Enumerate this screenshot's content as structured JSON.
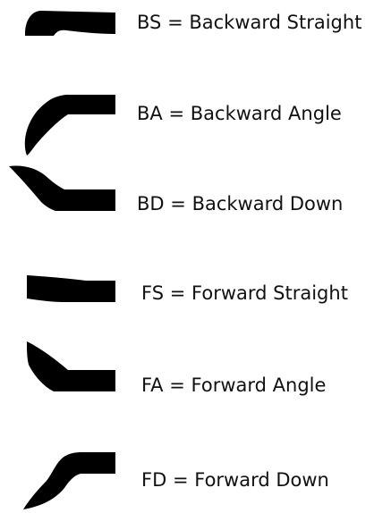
{
  "legend": [
    {
      "code": "BS",
      "eq": "=",
      "meaning": "Backward Straight"
    },
    {
      "code": "BA",
      "eq": "=",
      "meaning": "Backward Angle"
    },
    {
      "code": "BD",
      "eq": "=",
      "meaning": "Backward Down"
    },
    {
      "code": "FS",
      "eq": "=",
      "meaning": "Forward Straight"
    },
    {
      "code": "FA",
      "eq": "=",
      "meaning": "Forward Angle"
    },
    {
      "code": "FD",
      "eq": "=",
      "meaning": "Forward Down"
    }
  ],
  "colors": {
    "shape": "#000000",
    "text": "#111111",
    "background": "#ffffff"
  }
}
